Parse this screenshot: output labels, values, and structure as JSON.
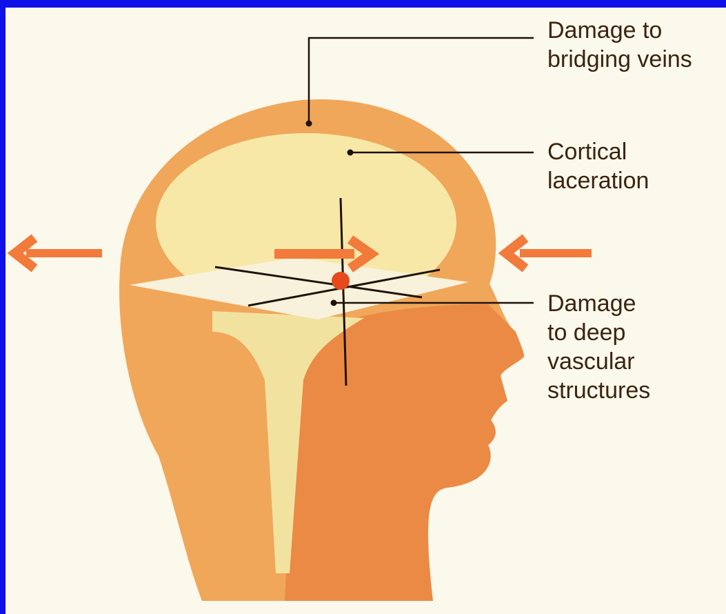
{
  "labels": {
    "bridging_veins": [
      "Damage to",
      "bridging veins"
    ],
    "cortical": [
      "Cortical",
      "laceration"
    ],
    "deep": [
      "Damage",
      "to deep",
      "vascular",
      "structures"
    ]
  },
  "colors": {
    "background_frame": "#1010e8",
    "paper": "#fbf8ec",
    "head": "#f0a75a",
    "brain_region": "#f7e8a8",
    "neck_shaft": "#f2e2a0",
    "deep_orange": "#eb8a44",
    "plane": "#f8f2dc",
    "arrow": "#f27a3a",
    "impact_point": "#e64a1c",
    "line": "#1e1208"
  },
  "icons": {
    "left_arrow": "arrow-left-icon",
    "center_arrow": "arrow-right-icon",
    "right_arrow": "arrow-left-icon"
  }
}
